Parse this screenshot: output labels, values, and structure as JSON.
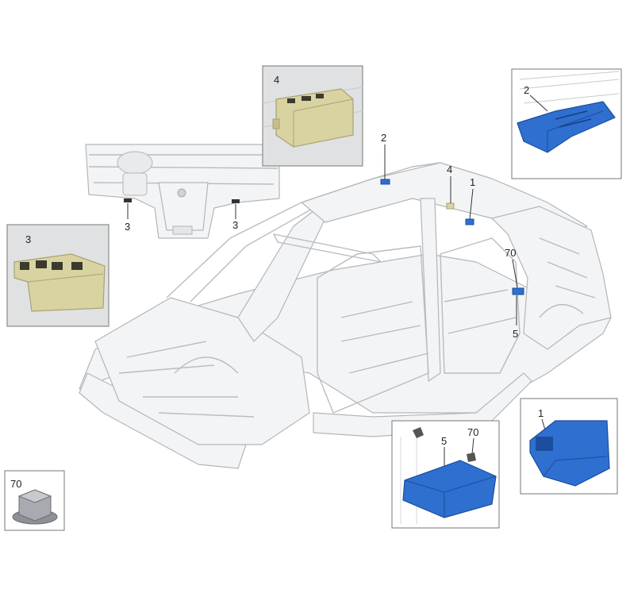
{
  "callouts": {
    "main_2": "2",
    "main_4": "4",
    "main_1": "1",
    "main_70": "70",
    "main_5": "5",
    "dash_3_left": "3",
    "dash_3_right": "3"
  },
  "insets": {
    "connector_4": {
      "label": "4"
    },
    "sensor_2": {
      "label": "2"
    },
    "module_3": {
      "label": "3"
    },
    "unit_1": {
      "label": "1"
    },
    "module_5": {
      "label_5": "5",
      "label_70": "70"
    },
    "nut_70": {
      "label": "70"
    }
  },
  "colors": {
    "part_blue": "#2f6fd0",
    "part_blue_dark": "#1b4e9e",
    "part_beige": "#d9d3a2",
    "part_beige_dark": "#a9a274",
    "body_line": "#b9bcc0",
    "inset_grey": "#dfe1e3"
  }
}
